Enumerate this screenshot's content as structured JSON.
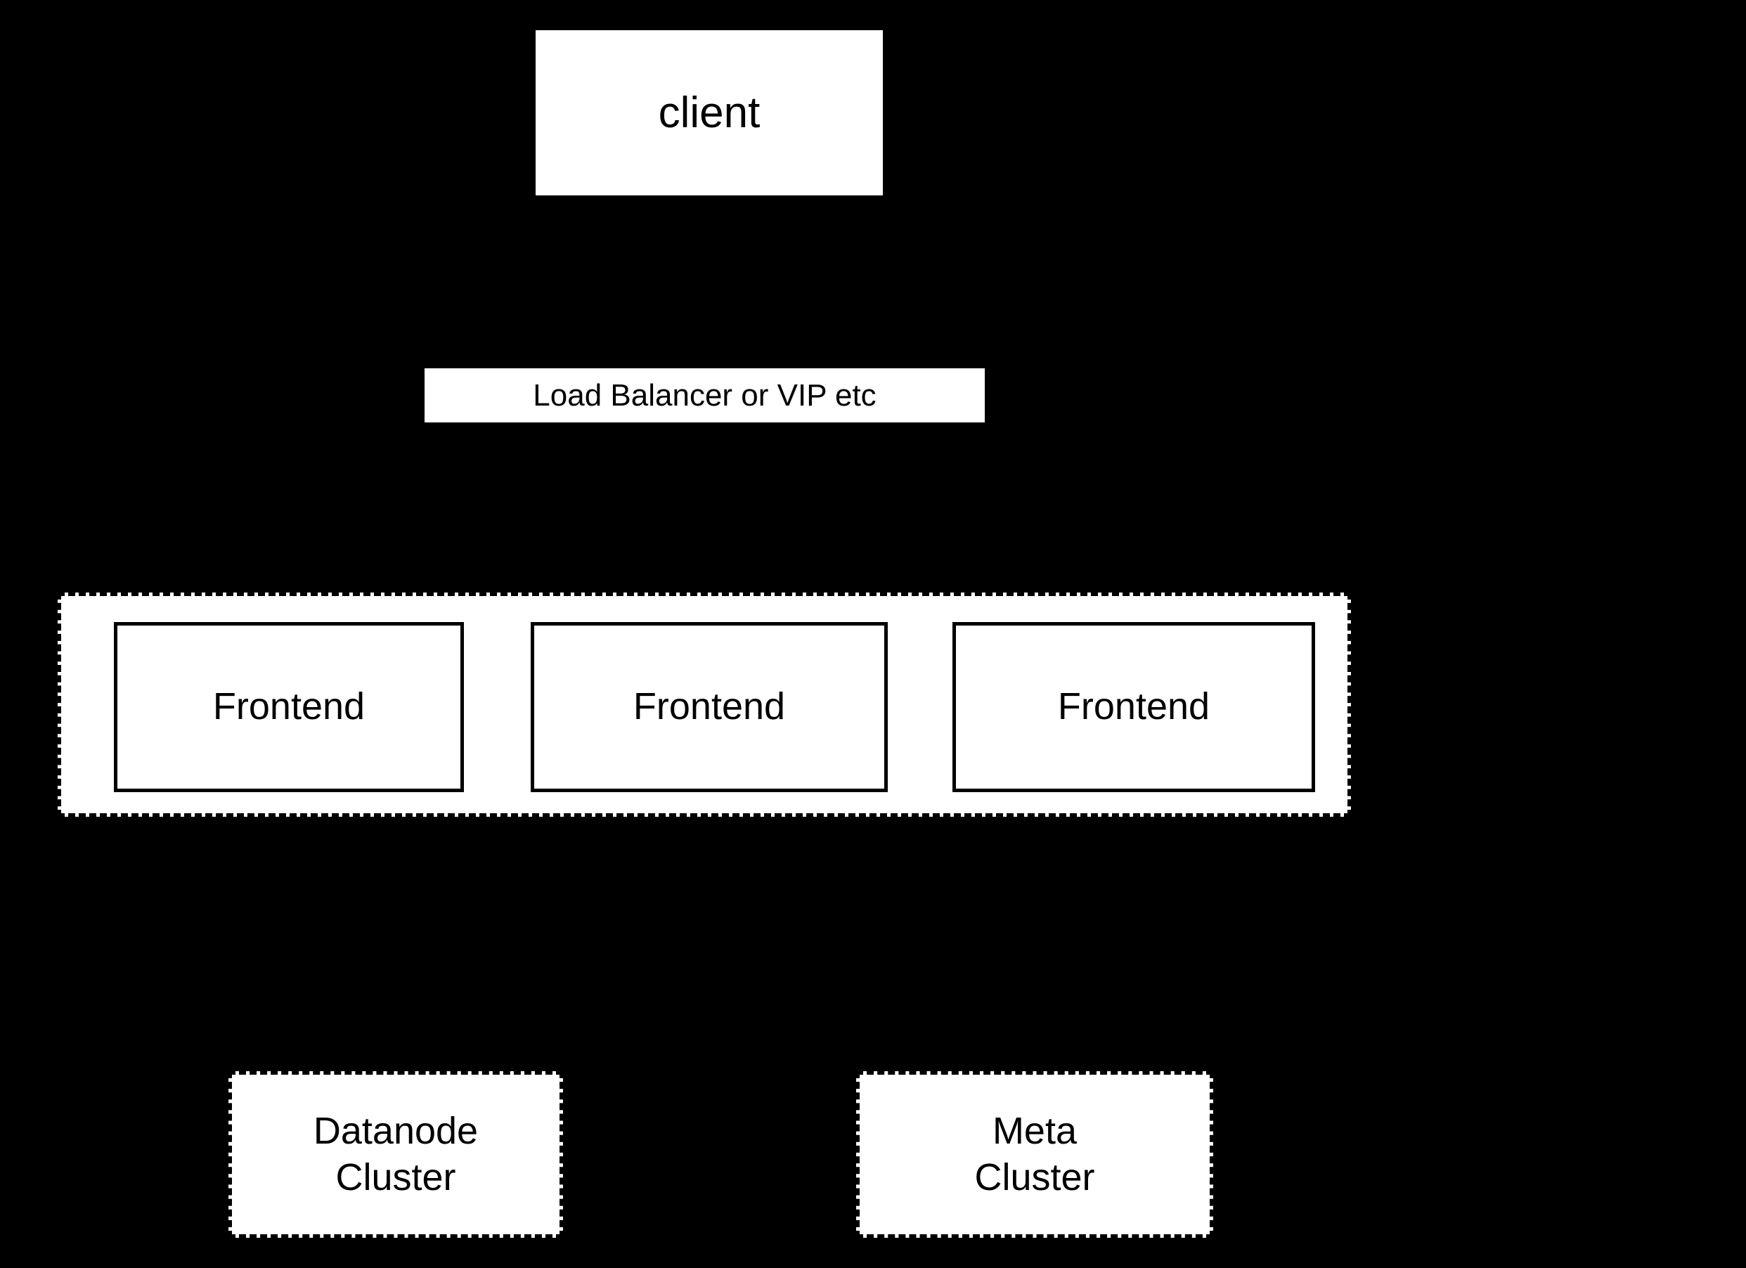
{
  "diagram": {
    "background_color": "#000000",
    "node_fill_color": "#ffffff",
    "stroke_color": "#000000",
    "text_color": "#000000",
    "client": {
      "label": "client"
    },
    "load_balancer": {
      "label": "Load Balancer or VIP etc"
    },
    "frontend_cluster": {
      "boxes": [
        {
          "label": "Frontend"
        },
        {
          "label": "Frontend"
        },
        {
          "label": "Frontend"
        }
      ]
    },
    "datanode_cluster": {
      "label": "Datanode\nCluster"
    },
    "meta_cluster": {
      "label": "Meta\nCluster"
    }
  }
}
